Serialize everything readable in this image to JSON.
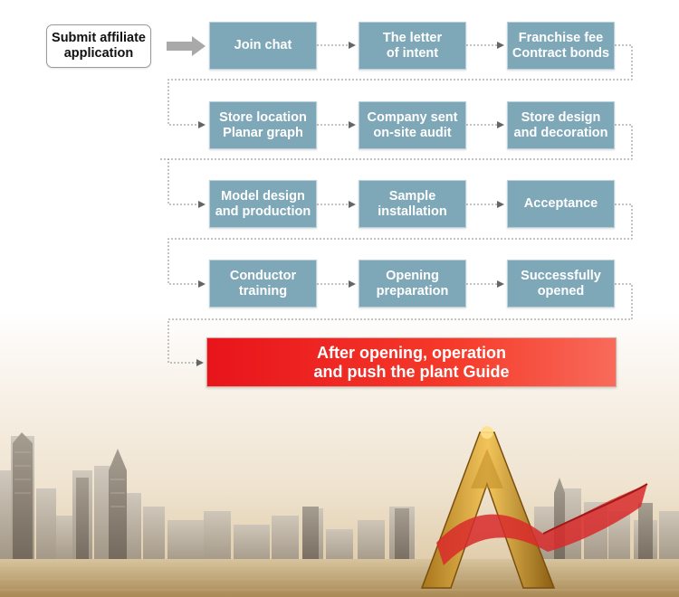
{
  "start": {
    "line1": "Submit affiliate",
    "line2": "application"
  },
  "steps": [
    {
      "line1": "Join chat",
      "line2": ""
    },
    {
      "line1": "The letter",
      "line2": "of intent"
    },
    {
      "line1": "Franchise fee",
      "line2": "Contract bonds"
    },
    {
      "line1": "Store location",
      "line2": "Planar graph"
    },
    {
      "line1": "Company sent",
      "line2": "on-site audit"
    },
    {
      "line1": "Store design",
      "line2": "and decoration"
    },
    {
      "line1": "Model design",
      "line2": "and production"
    },
    {
      "line1": "Sample",
      "line2": "installation"
    },
    {
      "line1": "Acceptance",
      "line2": ""
    },
    {
      "line1": "Conductor",
      "line2": "training"
    },
    {
      "line1": "Opening",
      "line2": "preparation"
    },
    {
      "line1": "Successfully",
      "line2": "opened"
    }
  ],
  "final": {
    "line1": "After opening, operation",
    "line2": "and push the plant Guide"
  },
  "colors": {
    "step_fill": "#7ea7b8",
    "final_fill": "#e8141b",
    "connector": "#8a8a8a"
  }
}
